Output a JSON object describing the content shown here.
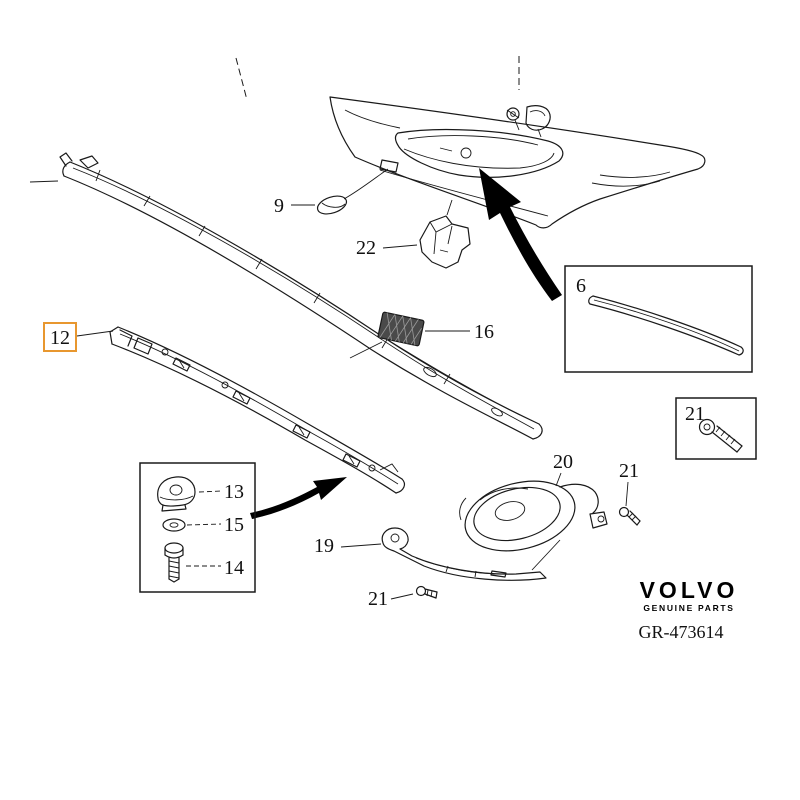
{
  "diagram": {
    "highlight_color": "#E8972F",
    "line_color": "#1a1a1a",
    "callouts": {
      "c6": "6",
      "c9": "9",
      "c12": "12",
      "c13": "13",
      "c14": "14",
      "c15": "15",
      "c16": "16",
      "c19": "19",
      "c20": "20",
      "c21_inset": "21",
      "c21_right": "21",
      "c21_bottom": "21",
      "c22": "22"
    },
    "branding": {
      "logo_text": "VOLVO",
      "logo_subtext": "GENUINE PARTS",
      "drawing_number": "GR-473614"
    }
  }
}
